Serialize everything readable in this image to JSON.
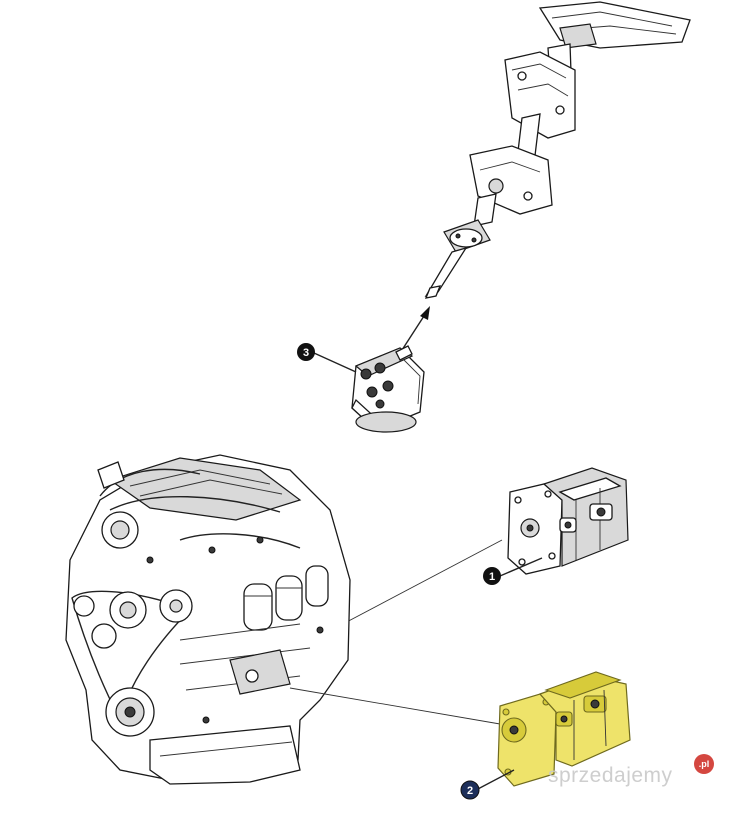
{
  "callouts": [
    {
      "number": "1",
      "part": "hydraulic-gear-pump"
    },
    {
      "number": "2",
      "part": "hydraulic-gear-pump-highlighted"
    },
    {
      "number": "3",
      "part": "steering-unit-orbitrol"
    }
  ],
  "colors": {
    "highlight_fill": "#eee36a",
    "callout_fill": "#111111",
    "callout2_fill": "#1d2f5a",
    "line_art": "#1a1a1a",
    "watermark_text": "#c9c9c9",
    "watermark_badge": "#d0342c"
  },
  "watermark": {
    "brand": "sprzedajemy",
    "tld": ".pl"
  }
}
